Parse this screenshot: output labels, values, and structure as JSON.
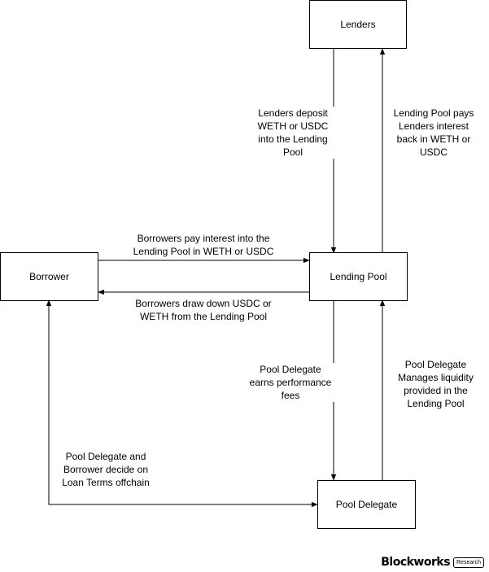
{
  "nodes": {
    "lenders": "Lenders",
    "borrower": "Borrower",
    "lending_pool": "Lending Pool",
    "pool_delegate": "Pool Delegate"
  },
  "edges": {
    "lenders_to_pool": "Lenders deposit\nWETH or USDC\ninto the Lending\nPool",
    "pool_to_lenders": "Lending Pool pays\nLenders interest\nback in WETH or\nUSDC",
    "borrower_to_pool": "Borrowers pay interest into the\nLending Pool in WETH or USDC",
    "pool_to_borrower": "Borrowers draw down USDC or\nWETH from the Lending Pool",
    "pool_to_delegate": "Pool Delegate\nearns performance\nfees",
    "delegate_to_pool": "Pool Delegate\nManages liquidity\nprovided in the\nLending Pool",
    "borrower_delegate": "Pool Delegate and\nBorrower decide on\nLoan Terms offchain"
  },
  "brand": {
    "name": "Blockworks",
    "tag": "Research"
  }
}
